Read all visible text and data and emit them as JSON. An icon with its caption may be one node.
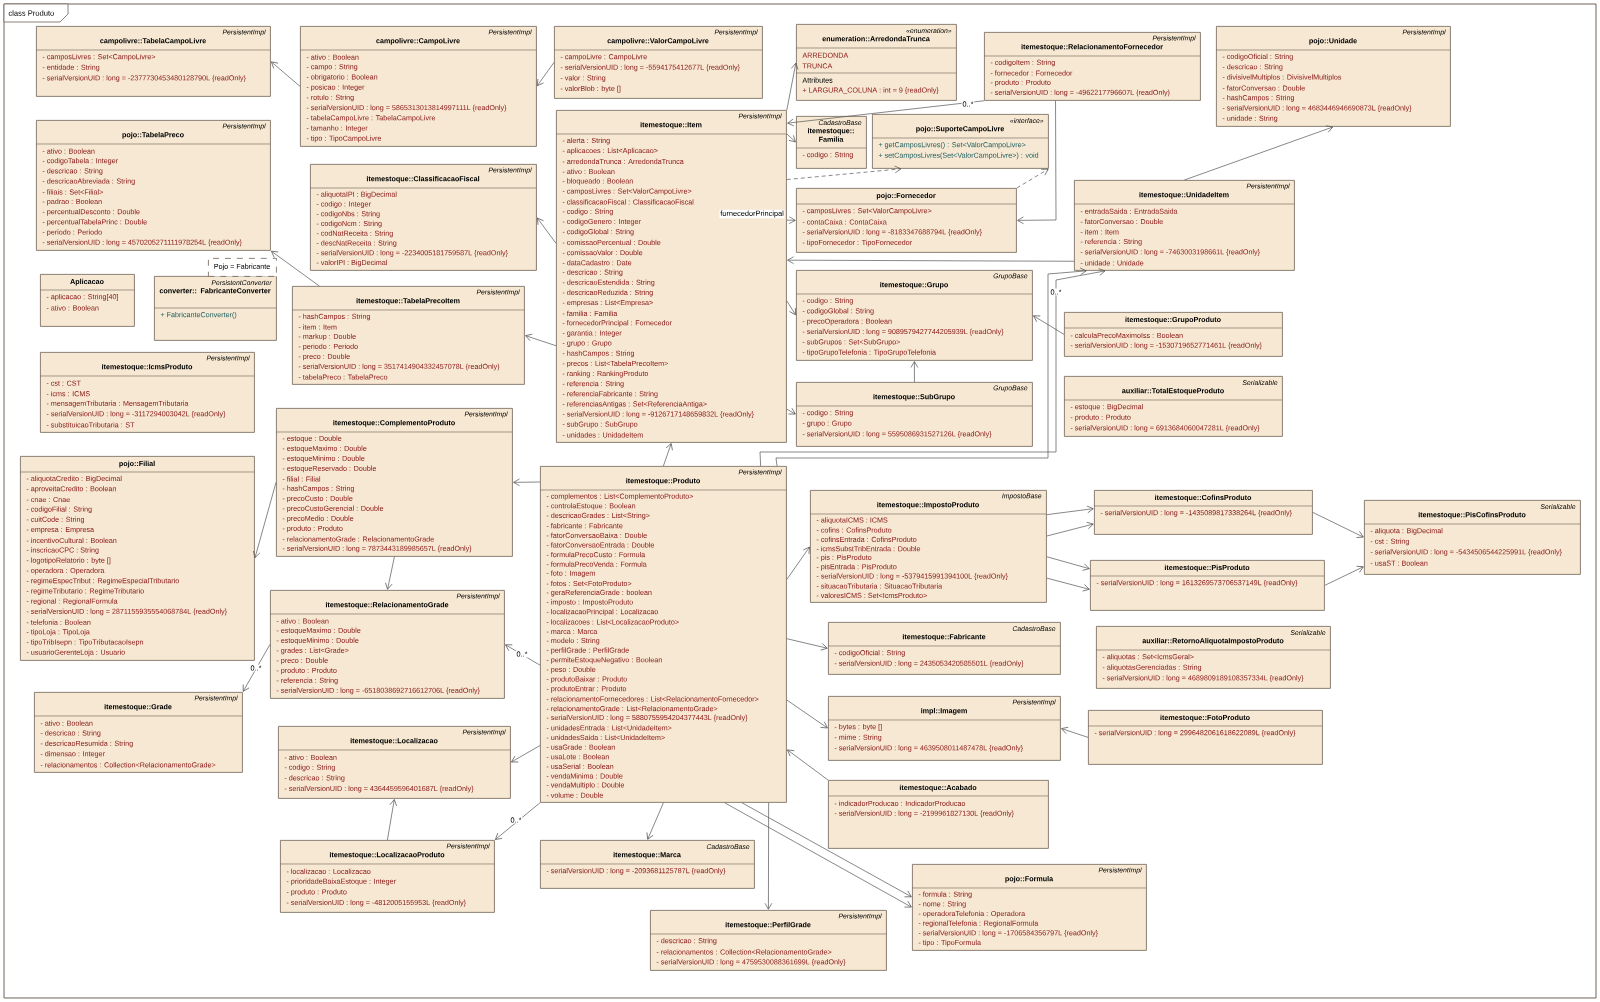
{
  "diagram": {
    "nodes": [
      {
        "text": [
          "PersistentImpl",
          "campolivre::TabelaCampoLivre",
          "- camposLivres : Set<CampoLivre>",
          "- entidade : String",
          "- serialVersionUID : long = -2377730453480128790L {readOnly}"
        ]
      },
      {
        "text": [
          "PersistentImpl",
          "campolivre::CampoLivre",
          "- ativo : Boolean",
          "- campo : String",
          "- obrigatorio : Boolean",
          "- posicao : Integer",
          "- rotulo : String",
          "- serialVersionUID : long = 5865313013814997111L {readOnly}",
          "- tabelaCampoLivre : TabelaCampoLivre",
          "- tamanho : Integer",
          "- tipo : TipoCampoLivre"
        ]
      },
      {
        "text": [
          "PersistentImpl",
          "campolivre::ValorCampoLivre",
          "- campoLivre : CampoLivre",
          "- serialVersionUID : long = -5594175412677L {readOnly}",
          "- valor : String",
          "- valorBlob : byte []"
        ]
      },
      {
        "text": [
          "«enumeration»",
          "enumeration::ArredondaTrunca",
          "ARREDONDA",
          "TRUNCA",
          "Attributes",
          "+ LARGURA_COLUNA : int = 9 {readOnly}"
        ]
      },
      {
        "text": [
          "PersistentImpl",
          "itemestoque::RelacionamentoFornecedor",
          "- codigoItem : String",
          "- fornecedor : Fornecedor",
          "- produto : Produto",
          "- serialVersionUID : long = -4962217796607L {readOnly}"
        ]
      },
      {
        "text": [
          "PersistentImpl",
          "pojo::Unidade",
          "- codigoOficial : String",
          "- descricao : String",
          "- divisivelMultiplos : DivisivelMultiplos",
          "- fatorConversao : Double",
          "- hashCampos : String",
          "- serialVersionUID : long = 4683446946690873L {readOnly}",
          "- unidade : String"
        ]
      },
      {
        "text": [
          "PersistentImpl",
          "pojo::TabelaPreco",
          "- ativo : Boolean",
          "- codigoTabela : Integer",
          "- descricao : String",
          "- descricaoAbreviada : String",
          "- filiais : Set<Filial>",
          "- padrao : Boolean",
          "- percentualDesconto : Double",
          "- percentualTabelaPrinc : Double",
          "- periodo : Periodo",
          "- serialVersionUID : long = 4570205271111978254L {readOnly}"
        ]
      },
      {
        "text": [
          "PersistentImpl",
          "itemestoque::Item",
          "- alerta : String",
          "- aplicacoes : List<Aplicacao>",
          "- arredondaTrunca : ArredondaTrunca",
          "- ativo : Boolean",
          "- bloqueado : Boolean",
          "- camposLivres : Set<ValorCampoLivre>",
          "- classificacaoFiscal : ClassificacaoFiscal",
          "- codigo : String",
          "- codigoGenero : Integer",
          "- codigoGlobal : String",
          "- comissaoPercentual : Double",
          "- comissaoValor : Double",
          "- dataCadastro : Date",
          "- descricao : String",
          "- descricaoEstendida : String",
          "- descricaoReduzida : String",
          "- empresas : List<Empresa>",
          "- familia : Familia",
          "- fornecedorPrincipal : Fornecedor",
          "- garantia : Integer",
          "- grupo : Grupo",
          "- hashCampos : String",
          "- precos : List<TabelaPrecoItem>",
          "- ranking : RankingProduto",
          "- referencia : String",
          "- referenciaFabricante : String",
          "- referenciasAntigas : Set<ReferenciaAntiga>",
          "- serialVersionUID : long = -9126717148659832L {readOnly}",
          "- subGrupo : SubGrupo",
          "- unidades : UnidadeItem"
        ]
      },
      {
        "text": [
          "CadastroBase",
          "itemestoque:: Familia",
          "- codigo : String"
        ]
      },
      {
        "text": [
          "«interface»",
          "pojo::SuporteCampoLivre",
          "+ getCamposLivres() : Set<ValorCampoLivre>",
          "+ setCamposLivres(Set<ValorCampoLivre>) : void"
        ]
      },
      {
        "text": [
          "PersistentImpl",
          "itemestoque::ClassificacaoFiscal",
          "- aliquotaIPI : BigDecimal",
          "- codigo : Integer",
          "- codigoNbs : String",
          "- codigoNcm : String",
          "- codNatReceita : String",
          "- descNatReceita : String",
          "- serialVersionUID : long = -2234005181759587L {readOnly}",
          "- valorIPI : BigDecimal"
        ]
      },
      {
        "text": [
          "PersistentImpl",
          "itemestoque::UnidadeItem",
          "- entradaSaida : EntradaSaida",
          "- fatorConversao : Double",
          "- item : Item",
          "- referencia : String",
          "- serialVersionUID : long = -7463003198661L {readOnly}",
          "- unidade : Unidade"
        ]
      },
      {
        "text": [
          "pojo::Fornecedor",
          "- camposLivres : Set<ValorCampoLivre>",
          "- contaCaixa : ContaCaixa",
          "- serialVersionUID : long = -8183347688794L {readOnly}",
          "- tipoFornecedor : TipoFornecedor"
        ]
      },
      {
        "text": [
          "Aplicacao",
          "- aplicacao : String[40]",
          "- ativo : Boolean"
        ]
      },
      {
        "text": [
          "PersistentConverter",
          "converter:: FabricanteConverter",
          "+ FabricanteConverter()"
        ]
      },
      {
        "text": [
          "Pojo = Fabricante"
        ]
      },
      {
        "text": [
          "PersistentImpl",
          "itemestoque::TabelaPrecoItem",
          "- hashCampos : String",
          "- item : Item",
          "- markup : Double",
          "- periodo : Periodo",
          "- preco : Double",
          "- serialVersionUID : long = 3517414904332457078L {readOnly}",
          "- tabelaPreco : TabelaPreco"
        ]
      },
      {
        "text": [
          "GrupoBase",
          "itemestoque::Grupo",
          "- codigo : String",
          "- codigoGlobal : String",
          "- precoOperadora : Boolean",
          "- serialVersionUID : long = 9089579427744205939L {readOnly}",
          "- subGrupos : Set<SubGrupo>",
          "- tipoGrupoTelefonia : TipoGrupoTelefonia"
        ]
      },
      {
        "text": [
          "itemestoque::GrupoProduto",
          "- calculaPrecoMaximoIss : Boolean",
          "- serialVersionUID : long = -1530719652771461L {readOnly}"
        ]
      },
      {
        "text": [
          "PersistentImpl",
          "itemestoque::IcmsProduto",
          "- cst : CST",
          "- icms : ICMS",
          "- mensagemTributaria : MensagemTributaria",
          "- serialVersionUID : long = -3117294003042L {readOnly}",
          "- substituicaoTributaria : ST"
        ]
      },
      {
        "text": [
          "Serializable",
          "auxiliar::TotalEstoqueProduto",
          "- estoque : BigDecimal",
          "- produto : Produto",
          "- serialVersionUID : long = 6913684060047281L {readOnly}"
        ]
      },
      {
        "text": [
          "GrupoBase",
          "itemestoque::SubGrupo",
          "- codigo : String",
          "- grupo : Grupo",
          "- serialVersionUID : long = 5595086931527126L {readOnly}"
        ]
      },
      {
        "text": [
          "PersistentImpl",
          "itemestoque::ComplementoProduto",
          "- estoque : Double",
          "- estoqueMaximo : Double",
          "- estoqueMinimo : Double",
          "- estoqueReservado : Double",
          "- filial : Filial",
          "- hashCampos : String",
          "- precoCusto : Double",
          "- precoCustoGerencial : Double",
          "- precoMedio : Double",
          "- produto : Produto",
          "- relacionamentoGrade : RelacionamentoGrade",
          "- serialVersionUID : long = 7873443189985657L {readOnly}"
        ]
      },
      {
        "text": [
          "PersistentImpl",
          "itemestoque::Produto",
          "- complementos : List<ComplementoProduto>",
          "- controlaEstoque : Boolean",
          "- descricaoGrades : List<String>",
          "- fabricante : Fabricante",
          "- fatorConversaoBaixa : Double",
          "- fatorConversaoEntrada : Double",
          "- formulaPrecoCusto : Formula",
          "- formulaPrecoVenda : Formula",
          "- foto : Imagem",
          "- fotos : Set<FotoProduto>",
          "- geraReferenciaGrade : boolean",
          "- imposto : ImpostoProduto",
          "- localizacaoPrincipal : Localizacao",
          "- localizacoes : List<LocalizacaoProduto>",
          "- marca : Marca",
          "- modelo : String",
          "- perfilGrade : PerfilGrade",
          "- permiteEstoqueNegativo : Boolean",
          "- peso : Double",
          "- produtoBaixar : Produto",
          "- produtoEntrar : Produto",
          "- relacionamentoFornecedores : List<RelacionamentoFornecedor>",
          "- relacionamentoGrade : List<RelacionamentoGrade>",
          "- serialVersionUID : long = 5880755954204377443L {readOnly}",
          "- unidadesEntrada : List<UnidadeItem>",
          "- unidadesSaida : List<UnidadeItem>",
          "- usaGrade : Boolean",
          "- usaLote : Boolean",
          "- usaSerial : Boolean",
          "- vendaMinima : Double",
          "- vendaMultiplo : Double",
          "- volume : Double"
        ]
      },
      {
        "text": [
          "pojo::Filial",
          "- aliquotaCredito : BigDecimal",
          "- aproveitaCredito : Boolean",
          "- cnae : Cnae",
          "- codigoFilial : String",
          "- cuitCode : String",
          "- empresa : Empresa",
          "- incentivoCultural : Boolean",
          "- inscricaoCPC : String",
          "- logotipoRelatorio : byte []",
          "- operadora : Operadora",
          "- regimeEspecTribut : RegimeEspecialTributario",
          "- regimeTributario : RegimeTributario",
          "- regional : RegionalFormula",
          "- serialVersionUID : long = 2871155935554068784L {readOnly}",
          "- telefonia : Boolean",
          "- tipoLoja : TipoLoja",
          "- tipoTribIsepn : TipoTributacaoIsepn",
          "- usuarioGerenteLoja : Usuario"
        ]
      },
      {
        "text": [
          "ImpostoBase",
          "itemestoque::ImpostoProduto",
          "- aliquotaICMS : ICMS",
          "- cofins : CofinsProduto",
          "- cofinsEntrada : CofinsProduto",
          "- icmsSubstTribEntrada : Double",
          "- pis : PisProduto",
          "- pisEntrada : PisProduto",
          "- serialVersionUID : long = -5379415991394100L {readOnly}",
          "- situacaoTributaria : SituacaoTributaria",
          "- valoresICMS : Set<IcmsProduto>"
        ]
      },
      {
        "text": [
          "itemestoque::CofinsProduto",
          "- serialVersionUID : long = -1435089817338264L {readOnly}"
        ]
      },
      {
        "text": [
          "Serializable",
          "itemestoque::PisCofinsProduto",
          "- aliquota : BigDecimal",
          "- cst : String",
          "- serialVersionUID : long = -5434506544225991L {readOnly}",
          "- usaST : Boolean"
        ]
      },
      {
        "text": [
          "itemestoque::PisProduto",
          "- serialVersionUID : long = 1613269573706537149L {readOnly}"
        ]
      },
      {
        "text": [
          "PersistentImpl",
          "itemestoque::RelacionamentoGrade",
          "- ativo : Boolean",
          "- estoqueMaximo : Double",
          "- estoqueMinimo : Double",
          "- grades : List<Grade>",
          "- preco : Double",
          "- produto : Produto",
          "- referencia : String",
          "- serialVersionUID : long = -6518038692716612706L {readOnly}"
        ]
      },
      {
        "text": [
          "CadastroBase",
          "itemestoque::Fabricante",
          "- codigoOficial : String",
          "- serialVersionUID : long = 2435053420585501L {readOnly}"
        ]
      },
      {
        "text": [
          "Serializable",
          "auxiliar::RetornoAliquotaImpostoProduto",
          "- aliquotas : Set<IcmsGeral>",
          "- aliquotasGerenciadas : String",
          "- serialVersionUID : long = 4689809189108357334L {readOnly}"
        ]
      },
      {
        "text": [
          "PersistentImpl",
          "itemestoque::Grade",
          "- ativo : Boolean",
          "- descricao : String",
          "- descricaoResumida : String",
          "- dimensao : Integer",
          "- relacionamentos : Collection<RelacionamentoGrade>"
        ]
      },
      {
        "text": [
          "PersistentImpl",
          "impl::Imagem",
          "- bytes : byte []",
          "- mime : String",
          "- serialVersionUID : long = 4639508011487478L {readOnly}"
        ]
      },
      {
        "text": [
          "itemestoque::FotoProduto",
          "- serialVersionUID : long = 2996482061618622089L {readOnly}"
        ]
      },
      {
        "text": [
          "PersistentImpl",
          "itemestoque::Localizacao",
          "- ativo : Boolean",
          "- codigo : String",
          "- descricao : String",
          "- serialVersionUID : long = 4364459596401687L {readOnly}"
        ]
      },
      {
        "text": [
          "itemestoque::Acabado",
          "- indicadorProducao : IndicadorProducao",
          "- serialVersionUID : long = -2199961827130L {readOnly}"
        ]
      },
      {
        "text": [
          "CadastroBase",
          "itemestoque::Marca",
          "- serialVersionUID : long = -2093681125787L {readOnly}"
        ]
      },
      {
        "text": [
          "PersistentImpl",
          "itemestoque::LocalizacaoProduto",
          "- localizacao : Localizacao",
          "- prioridadeBaixaEstoque : Integer",
          "- produto : Produto",
          "- serialVersionUID : long = -4812005155953L {readOnly}"
        ]
      },
      {
        "text": [
          "PersistentImpl",
          "pojo::Formula",
          "- formula : String",
          "- nome : String",
          "- operadoraTelefonia : Operadora",
          "- regionalTelefonia : RegionalFormula",
          "- serialVersionUID : long = -1706584356797L {readOnly}",
          "- tipo : TipoFormula"
        ]
      },
      {
        "text": [
          "PersistentImpl",
          "itemestoque::PerfilGrade",
          "- descricao : String",
          "- relacionamentos : Collection<RelacionamentoGrade>",
          "- serialVersionUID : long = 4759530088361699L {readOnly}"
        ]
      }
    ],
    "edges": [
      {
        "from": 1,
        "to": 0,
        "arrow": "to"
      },
      {
        "from": 2,
        "to": 1,
        "arrow": "to"
      },
      {
        "from": 7,
        "to": 3,
        "arrow": "to"
      },
      {
        "from": 7,
        "to": 8,
        "arrow": "to"
      },
      {
        "from": 4,
        "to": 7,
        "arrow": "to",
        "label": "0..*"
      },
      {
        "from": 4,
        "to": 12,
        "arrow": "to"
      },
      {
        "from": 7,
        "to": 12,
        "arrow": "to",
        "label": "fornecedorPrincipal"
      },
      {
        "from": 7,
        "to": 9,
        "arrow": "to",
        "style": "dashed"
      },
      {
        "from": 12,
        "to": 9,
        "arrow": "to",
        "style": "dashed"
      },
      {
        "from": 7,
        "to": 17,
        "arrow": "to"
      },
      {
        "from": 7,
        "to": 21,
        "arrow": "to"
      },
      {
        "from": 21,
        "to": 17,
        "arrow": "to"
      },
      {
        "from": 18,
        "to": 17,
        "arrow": "to"
      },
      {
        "from": 11,
        "to": 5,
        "arrow": "to"
      },
      {
        "from": 11,
        "to": 7,
        "arrow": "to"
      },
      {
        "from": 23,
        "to": 11,
        "arrow": "to",
        "label": "0..*"
      },
      {
        "from": 23,
        "to": 11,
        "arrow": "to"
      },
      {
        "from": 7,
        "to": 16,
        "arrow": "to"
      },
      {
        "from": 16,
        "to": 6,
        "arrow": "to"
      },
      {
        "from": 7,
        "to": 10,
        "arrow": "to"
      },
      {
        "from": 23,
        "to": 7,
        "arrow": "to"
      },
      {
        "from": 23,
        "to": 22,
        "arrow": "to"
      },
      {
        "from": 22,
        "to": 24,
        "arrow": "to"
      },
      {
        "from": 22,
        "to": 29,
        "arrow": "to"
      },
      {
        "from": 23,
        "to": 29,
        "arrow": "to",
        "label": "0..*"
      },
      {
        "from": 29,
        "to": 32,
        "arrow": "to",
        "label": "0..*"
      },
      {
        "from": 23,
        "to": 35,
        "arrow": "to"
      },
      {
        "from": 38,
        "to": 35,
        "arrow": "to"
      },
      {
        "from": 23,
        "to": 38,
        "arrow": "to",
        "label": "0..*"
      },
      {
        "from": 23,
        "to": 25,
        "arrow": "to"
      },
      {
        "from": 25,
        "to": 26,
        "arrow": "to"
      },
      {
        "from": 25,
        "to": 26,
        "arrow": "to"
      },
      {
        "from": 25,
        "to": 28,
        "arrow": "to"
      },
      {
        "from": 25,
        "to": 28,
        "arrow": "to"
      },
      {
        "from": 26,
        "to": 27,
        "arrow": "to"
      },
      {
        "from": 28,
        "to": 27,
        "arrow": "to"
      },
      {
        "from": 23,
        "to": 30,
        "arrow": "to"
      },
      {
        "from": 23,
        "to": 33,
        "arrow": "to"
      },
      {
        "from": 36,
        "to": 23,
        "arrow": "to"
      },
      {
        "from": 34,
        "to": 33,
        "arrow": "to"
      },
      {
        "from": 23,
        "to": 37,
        "arrow": "to"
      },
      {
        "from": 23,
        "to": 40,
        "arrow": "to"
      },
      {
        "from": 23,
        "to": 39,
        "arrow": "to"
      },
      {
        "from": 23,
        "to": 39,
        "arrow": "to"
      }
    ],
    "labels": [
      "class Produto"
    ]
  }
}
